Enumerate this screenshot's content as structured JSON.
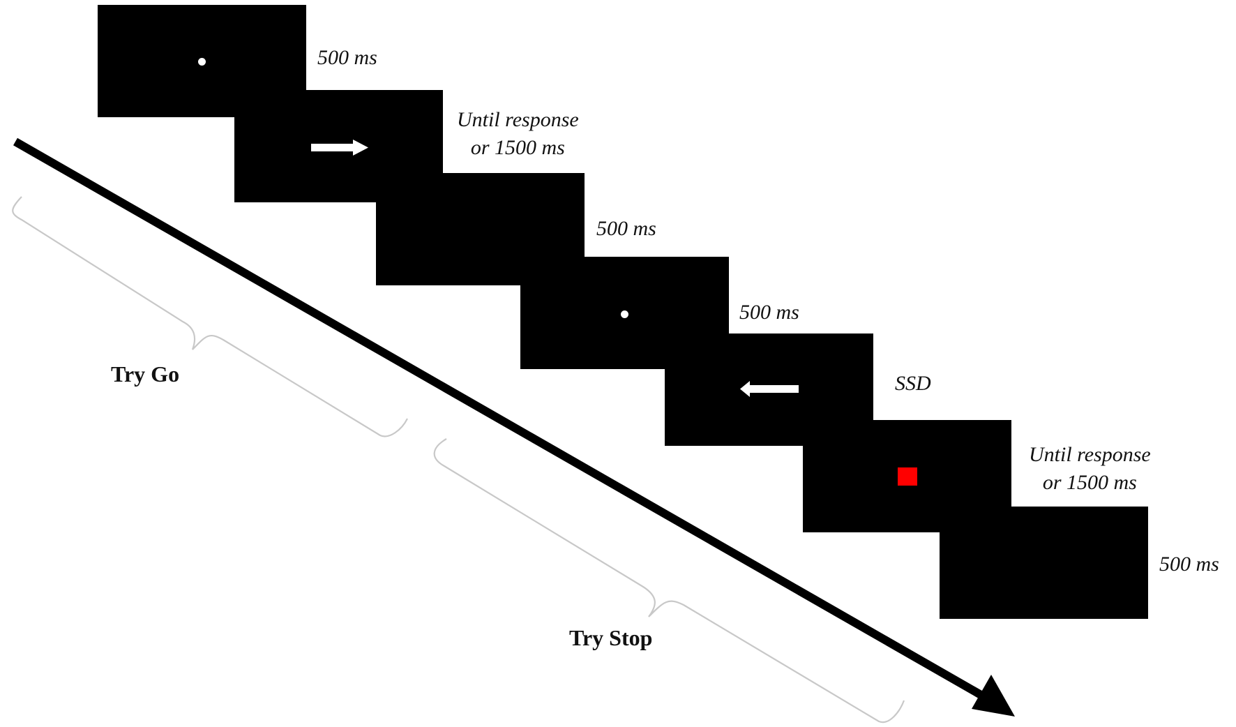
{
  "diagram": {
    "screens": [
      {
        "id": "fixation-1",
        "stimulus": "dot",
        "duration": [
          "500 ms"
        ]
      },
      {
        "id": "go-arrow",
        "stimulus": "arrow-right",
        "duration": [
          "Until response",
          "or 1500 ms"
        ]
      },
      {
        "id": "blank-1",
        "stimulus": "none",
        "duration": [
          "500 ms"
        ]
      },
      {
        "id": "fixation-2",
        "stimulus": "dot",
        "duration": [
          "500 ms"
        ]
      },
      {
        "id": "stop-arrow",
        "stimulus": "arrow-left",
        "duration": [
          "SSD"
        ]
      },
      {
        "id": "stop-signal",
        "stimulus": "red-square",
        "duration": [
          "Until response",
          "or 1500 ms"
        ]
      },
      {
        "id": "blank-2",
        "stimulus": "none",
        "duration": [
          "500 ms"
        ]
      }
    ],
    "braces": {
      "go": "Try Go",
      "stop": "Try Stop"
    },
    "colors": {
      "screen": "#000000",
      "stimulus": "#ffffff",
      "stop_signal": "#ff0000",
      "timeline_arrow": "#000000",
      "brace": "#c8c8c8"
    }
  }
}
